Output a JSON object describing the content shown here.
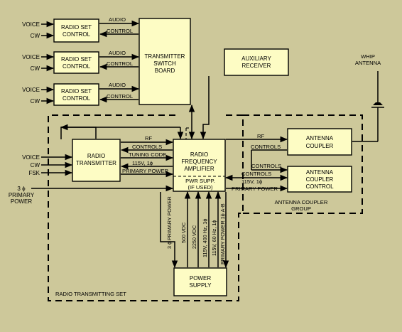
{
  "blocks": {
    "rsc1": [
      "RADIO SET",
      "CONTROL"
    ],
    "rsc2": [
      "RADIO SET",
      "CONTROL"
    ],
    "rsc3": [
      "RADIO SET",
      "CONTROL"
    ],
    "switchboard": [
      "TRANSMITTER",
      "SWITCH",
      "BOARD"
    ],
    "aux_receiver": [
      "AUXILIARY",
      "RECEIVER"
    ],
    "radio_tx": [
      "RADIO",
      "TRANSMITTER"
    ],
    "rf_amp": [
      "RADIO",
      "FREQUENCY",
      "AMPLIFIER"
    ],
    "rf_amp_pwr": [
      "PWR SUPP.",
      "(IF USED)"
    ],
    "ant_coupler": [
      "ANTENNA",
      "COUPLER"
    ],
    "ant_coupler_ctl": [
      "ANTENNA",
      "COUPLER",
      "CONTROL"
    ],
    "power_supply": [
      "POWER",
      "SUPPLY"
    ]
  },
  "inputs": {
    "voice": "VOICE",
    "cw": "CW",
    "fsk": "FSK",
    "primary_power": [
      "3 ϕ",
      "PRIMARY",
      "POWER"
    ]
  },
  "signals": {
    "audio": "AUDIO",
    "control": "CONTROL",
    "rf": "RF",
    "controls": "CONTROLS",
    "tuning_code": "TUNING CODE",
    "tx_power": "115V, 1ϕ",
    "tx_primary_power": "PRIMARY POWER",
    "coupler_power": "115V, 1ϕ",
    "coupler_primary_power": "PRIMARY POWER"
  },
  "power_lines": {
    "three_phase": "3 ϕ PRIMARY POWER",
    "v500": "500 VDC",
    "v2250": "2250 VDC",
    "v400hz": "115V, 400 Hz, 1ϕ",
    "v60hz": "115V, 60 Hz, 1ϕ",
    "primary_ab": "PRIMARY POWER 1ϕ A-B"
  },
  "antenna": [
    "WHIP",
    "ANTENNA"
  ],
  "groups": {
    "transmitting_set": "RADIO TRANSMITTING SET",
    "coupler_group": [
      "ANTENNA COUPLER",
      "GROUP"
    ]
  }
}
